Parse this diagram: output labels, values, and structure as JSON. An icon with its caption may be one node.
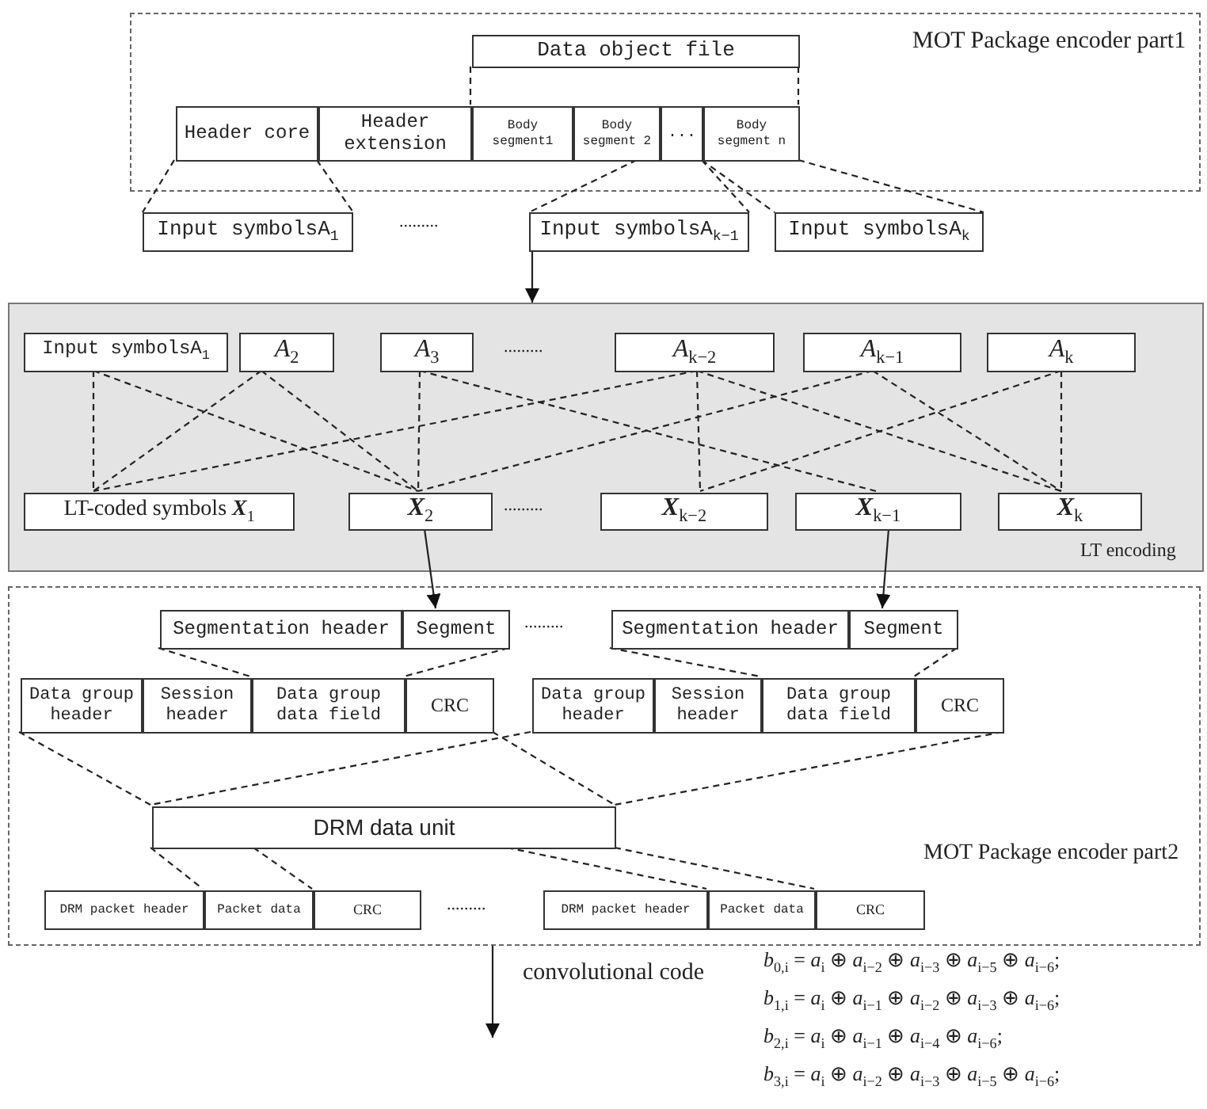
{
  "diagram": {
    "nodes": [
      {
        "text": [
          "MOT Package encoder part1"
        ]
      },
      {
        "text": [
          "Data object file"
        ],
        "in": 0
      },
      {
        "text": [
          "Header core"
        ],
        "in": 0
      },
      {
        "text": [
          "Header extension"
        ],
        "in": 0
      },
      {
        "text": [
          "Body segment1"
        ],
        "in": 0
      },
      {
        "text": [
          "Body segment 2"
        ],
        "in": 0
      },
      {
        "text": [
          "..."
        ],
        "in": 0
      },
      {
        "text": [
          "Body segment n"
        ],
        "in": 0
      },
      {
        "text": [
          "Input symbolsA$_{1}$"
        ]
      },
      {
        "text": [
          "Input symbolsA$_{k−1}$"
        ]
      },
      {
        "text": [
          "Input symbolsA$_{k}$"
        ]
      },
      {
        "text": [
          "LT encoding"
        ]
      },
      {
        "text": [
          "Input symbolsA$_{1}$"
        ],
        "in": 11
      },
      {
        "text": [
          "*A*$_{2}$"
        ],
        "in": 11
      },
      {
        "text": [
          "*A*$_{3}$"
        ],
        "in": 11
      },
      {
        "text": [
          "*A*$_{k−2}$"
        ],
        "in": 11
      },
      {
        "text": [
          "*A*$_{k−1}$"
        ],
        "in": 11
      },
      {
        "text": [
          "*A*$_{k}$"
        ],
        "in": 11
      },
      {
        "text": [
          "LT-coded symbols **X**$_{1}$"
        ],
        "in": 11
      },
      {
        "text": [
          "**X**$_{2}$"
        ],
        "in": 11
      },
      {
        "text": [
          "**X**$_{k−2}$"
        ],
        "in": 11
      },
      {
        "text": [
          "**X**$_{k−1}$"
        ],
        "in": 11
      },
      {
        "text": [
          "**X**$_{k}$"
        ],
        "in": 11
      },
      {
        "text": [
          "MOT Package encoder part2"
        ]
      },
      {
        "text": [
          "Segmentation header"
        ],
        "in": 23
      },
      {
        "text": [
          "Segment"
        ],
        "in": 23
      },
      {
        "text": [
          "Segmentation header"
        ],
        "in": 23
      },
      {
        "text": [
          "Segment"
        ],
        "in": 23
      },
      {
        "text": [
          "Data group header"
        ],
        "in": 23
      },
      {
        "text": [
          "Session header"
        ],
        "in": 23
      },
      {
        "text": [
          "Data group data field"
        ],
        "in": 23
      },
      {
        "text": [
          "CRC"
        ],
        "in": 23
      },
      {
        "text": [
          "Data group header"
        ],
        "in": 23
      },
      {
        "text": [
          "Session header"
        ],
        "in": 23
      },
      {
        "text": [
          "Data group data field"
        ],
        "in": 23
      },
      {
        "text": [
          "CRC"
        ],
        "in": 23
      },
      {
        "text": [
          "DRM data unit"
        ],
        "in": 23
      },
      {
        "text": [
          "DRM packet header"
        ],
        "in": 23
      },
      {
        "text": [
          "Packet data"
        ],
        "in": 23
      },
      {
        "text": [
          "CRC"
        ],
        "in": 23
      },
      {
        "text": [
          "DRM packet header"
        ],
        "in": 23
      },
      {
        "text": [
          "Packet data"
        ],
        "in": 23
      },
      {
        "text": [
          "CRC"
        ],
        "in": 23
      }
    ],
    "edges": [
      {
        "from": 1,
        "to": 4,
        "arrow": "none",
        "style": "dashed"
      },
      {
        "from": 1,
        "to": 7,
        "arrow": "none",
        "style": "dashed"
      },
      {
        "from": 2,
        "to": 8,
        "arrow": "none",
        "style": "dashed"
      },
      {
        "from": 2,
        "to": 8,
        "arrow": "none",
        "style": "dashed"
      },
      {
        "from": 5,
        "to": 9,
        "arrow": "none",
        "style": "dashed"
      },
      {
        "from": 7,
        "to": 9,
        "arrow": "none",
        "style": "dashed"
      },
      {
        "from": 7,
        "to": 10,
        "arrow": "none",
        "style": "dashed"
      },
      {
        "from": 7,
        "to": 10,
        "arrow": "none",
        "style": "dashed"
      },
      {
        "from": 9,
        "to": 11,
        "arrow": "to"
      },
      {
        "from": 12,
        "to": 18,
        "arrow": "none",
        "style": "dashed"
      },
      {
        "from": 12,
        "to": 19,
        "arrow": "none",
        "style": "dashed"
      },
      {
        "from": 13,
        "to": 18,
        "arrow": "none",
        "style": "dashed"
      },
      {
        "from": 13,
        "to": 19,
        "arrow": "none",
        "style": "dashed"
      },
      {
        "from": 14,
        "to": 19,
        "arrow": "none",
        "style": "dashed"
      },
      {
        "from": 14,
        "to": 21,
        "arrow": "none",
        "style": "dashed"
      },
      {
        "from": 15,
        "to": 18,
        "arrow": "none",
        "style": "dashed"
      },
      {
        "from": 15,
        "to": 20,
        "arrow": "none",
        "style": "dashed"
      },
      {
        "from": 15,
        "to": 22,
        "arrow": "none",
        "style": "dashed"
      },
      {
        "from": 16,
        "to": 19,
        "arrow": "none",
        "style": "dashed"
      },
      {
        "from": 16,
        "to": 22,
        "arrow": "none",
        "style": "dashed"
      },
      {
        "from": 17,
        "to": 20,
        "arrow": "none",
        "style": "dashed"
      },
      {
        "from": 17,
        "to": 22,
        "arrow": "none",
        "style": "dashed"
      },
      {
        "from": 19,
        "to": 25,
        "arrow": "to"
      },
      {
        "from": 21,
        "to": 27,
        "arrow": "to"
      },
      {
        "from": 24,
        "to": 30,
        "arrow": "none",
        "style": "dashed"
      },
      {
        "from": 25,
        "to": 30,
        "arrow": "none",
        "style": "dashed"
      },
      {
        "from": 26,
        "to": 34,
        "arrow": "none",
        "style": "dashed"
      },
      {
        "from": 27,
        "to": 34,
        "arrow": "none",
        "style": "dashed"
      },
      {
        "from": 28,
        "to": 36,
        "arrow": "none",
        "style": "dashed"
      },
      {
        "from": 31,
        "to": 36,
        "arrow": "none",
        "style": "dashed"
      },
      {
        "from": 32,
        "to": 36,
        "arrow": "none",
        "style": "dashed"
      },
      {
        "from": 35,
        "to": 36,
        "arrow": "none",
        "style": "dashed"
      },
      {
        "from": 36,
        "to": 38,
        "arrow": "none",
        "style": "dashed"
      },
      {
        "from": 36,
        "to": 38,
        "arrow": "none",
        "style": "dashed"
      },
      {
        "from": 36,
        "to": 41,
        "arrow": "none",
        "style": "dashed"
      },
      {
        "from": 36,
        "to": 41,
        "arrow": "none",
        "style": "dashed"
      },
      {
        "from": 23,
        "to": null,
        "arrow": "to",
        "label": "convolutional code"
      }
    ],
    "labels": [
      ".........",
      ".........",
      ".........",
      ".........",
      ".........",
      "*b*$_{0,i}$ = *a*$_{i}$ ⊕ *a*$_{i−2}$ ⊕ *a*$_{i−3}$ ⊕ *a*$_{i−5}$ ⊕ *a*$_{i−6}$;",
      "*b*$_{1,i}$ = *a*$_{i}$ ⊕ *a*$_{i−1}$ ⊕ *a*$_{i−2}$ ⊕ *a*$_{i−3}$ ⊕ *a*$_{i−6}$;",
      "*b*$_{2,i}$ = *a*$_{i}$ ⊕ *a*$_{i−1}$ ⊕ *a*$_{i−4}$ ⊕ *a*$_{i−6}$;",
      "*b*$_{3,i}$ = *a*$_{i}$ ⊕ *a*$_{i−2}$ ⊕ *a*$_{i−3}$ ⊕ *a*$_{i−5}$ ⊕ *a*$_{i−6}$;"
    ]
  }
}
